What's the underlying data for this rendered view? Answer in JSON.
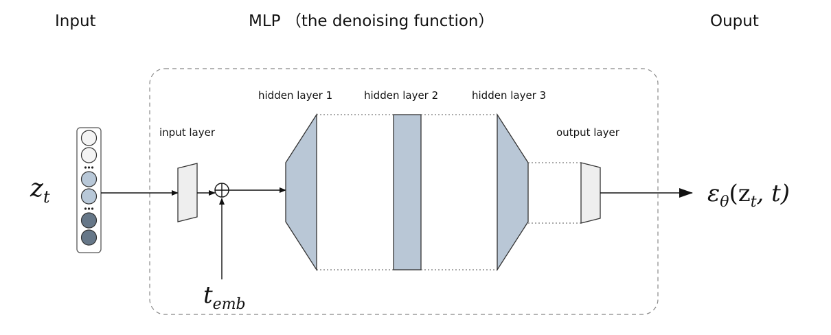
{
  "headings": {
    "input": "Input",
    "mlp": "MLP （the denoising function）",
    "output": "Ouput"
  },
  "layers": {
    "input_layer": "input layer",
    "hidden_1": "hidden layer 1",
    "hidden_2": "hidden layer 2",
    "hidden_3": "hidden layer 3",
    "output_layer": "output layer"
  },
  "symbols": {
    "z_base": "z",
    "z_sub": "t",
    "t_base": "t",
    "t_sub": "emb",
    "eps_base": "ε",
    "eps_sub": "θ",
    "eps_args": "(z",
    "eps_args_sub": "t",
    "eps_args_tail": ", t)",
    "add_operator": "⊕"
  },
  "input_vector": {
    "cell_groups": [
      "light",
      "light",
      "ellipsis",
      "mid",
      "mid",
      "ellipsis",
      "dark",
      "dark"
    ]
  },
  "colors": {
    "light_cell": "#f4f4f4",
    "mid_cell": "#b8c8d8",
    "dark_cell": "#667788",
    "hidden_fill": "#b9c7d6",
    "io_layer_fill": "#eeeeee",
    "stroke": "#333333",
    "dashed_border": "#888888"
  }
}
